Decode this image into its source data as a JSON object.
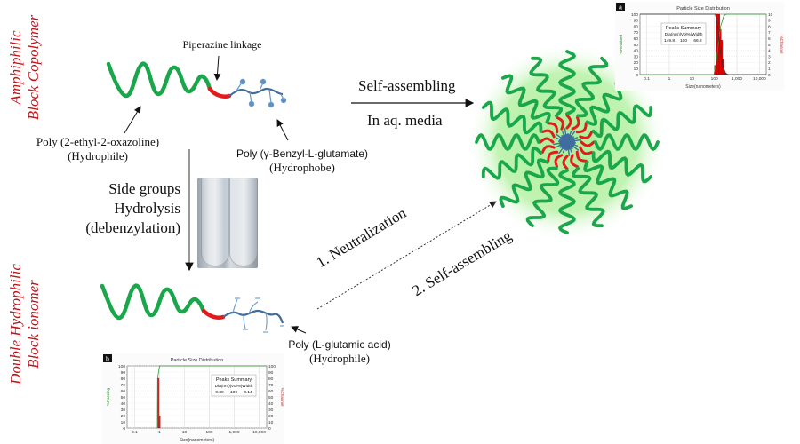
{
  "side_labels": {
    "top": [
      "Amphiphilic",
      "Block Copolymer"
    ],
    "bottom": [
      "Double Hydrophilic",
      "Block ionomer"
    ]
  },
  "top_polymer": {
    "linkage_label": "Piperazine linkage",
    "hydrophile_label": [
      "Poly (2-ethyl-2-oxazoline)",
      "(Hydrophile)"
    ],
    "hydrophobe_label": [
      "Poly (γ-Benzyl-L-glutamate)",
      "(Hydrophobe)"
    ]
  },
  "bottom_polymer": {
    "acid_label": [
      "Poly (L-glutamic acid)",
      "(Hydrophile)"
    ]
  },
  "step_labels": {
    "hydrolysis": [
      "Side groups",
      "Hydrolysis",
      "(debenzylation)"
    ],
    "self_assembling_top": "Self-assembling",
    "media": "In aq. media",
    "neutralization": "1. Neutralization",
    "self_assembling_bottom": "2. Self-assembling"
  },
  "colors": {
    "hydrophile_green": "#1aa64a",
    "linker_red": "#e31b1b",
    "hydrophobe_blue": "#3f6e9e",
    "label_red": "#c0141b",
    "halo_green": "#b8f0a6"
  },
  "chart_data": [
    {
      "type": "bar",
      "panel_label": "a",
      "title": "Particle Size Distribution",
      "xlabel": "Size(nanometers)",
      "ylabel_left": "%Retained",
      "ylabel_right": "%Channel",
      "xscale": "log",
      "xlim": [
        0.05,
        20000
      ],
      "x_ticks": [
        "0.1",
        "1",
        "10",
        "100",
        "1,000",
        "10,000"
      ],
      "y_left_ticks": [
        "0",
        "10",
        "20",
        "30",
        "40",
        "50",
        "60",
        "70",
        "80",
        "90",
        "100"
      ],
      "y_right_ticks": [
        "0",
        "1",
        "2",
        "3",
        "4",
        "5",
        "6",
        "7",
        "8",
        "9",
        "10"
      ],
      "ylim_left": [
        0,
        100
      ],
      "ylim_right": [
        0,
        10
      ],
      "grid": true,
      "bars": [
        {
          "x": 100,
          "value": 1.5
        },
        {
          "x": 115,
          "value": 10
        },
        {
          "x": 132,
          "value": 10
        },
        {
          "x": 152,
          "value": 10
        },
        {
          "x": 175,
          "value": 7.5
        },
        {
          "x": 201,
          "value": 5.7
        },
        {
          "x": 231,
          "value": 2.5
        },
        {
          "x": 266,
          "value": 0.5
        },
        {
          "x": 306,
          "value": 0.2
        }
      ],
      "cumulative": [
        [
          0.05,
          0
        ],
        [
          95,
          0
        ],
        [
          120,
          20
        ],
        [
          150,
          50
        ],
        [
          190,
          80
        ],
        [
          260,
          97
        ],
        [
          330,
          100
        ],
        [
          20000,
          100
        ]
      ],
      "cumulative_passing": [
        [
          0.05,
          100
        ],
        [
          110,
          100
        ],
        [
          140,
          80
        ],
        [
          175,
          45
        ],
        [
          230,
          15
        ],
        [
          320,
          2
        ],
        [
          400,
          0
        ],
        [
          20000,
          0
        ]
      ],
      "peaks_summary": {
        "title": "Peaks Summary",
        "header": "Dia(nm)|Vol%|Width",
        "values": [
          "149.8",
          "100",
          "66.2"
        ]
      },
      "legend": "none"
    },
    {
      "type": "bar",
      "panel_label": "b",
      "title": "Particle Size Distribution",
      "xlabel": "Size(nanometers)",
      "ylabel_left": "%Passing",
      "ylabel_right": "%Channel",
      "xscale": "log",
      "xlim": [
        0.05,
        20000
      ],
      "x_ticks": [
        "0.1",
        "1",
        "10",
        "100",
        "1,000",
        "10,000"
      ],
      "y_left_ticks": [
        "0",
        "10",
        "20",
        "30",
        "40",
        "50",
        "60",
        "70",
        "80",
        "90",
        "100"
      ],
      "y_right_ticks": [
        "0",
        "10",
        "20",
        "30",
        "40",
        "50",
        "60",
        "70",
        "80",
        "90",
        "100"
      ],
      "ylim_left": [
        0,
        100
      ],
      "ylim_right": [
        0,
        100
      ],
      "grid": true,
      "bars": [
        {
          "x": 0.86,
          "value": 80
        },
        {
          "x": 0.96,
          "value": 20
        }
      ],
      "cumulative_passing": [
        [
          0.82,
          0
        ],
        [
          0.84,
          80
        ],
        [
          1.0,
          100
        ],
        [
          20000,
          100
        ]
      ],
      "peaks_summary": {
        "title": "Peaks Summary",
        "header": "Dia(nm)|Vol%|Width",
        "values": [
          "0.89",
          "100",
          "0.14"
        ]
      },
      "legend": "none"
    }
  ]
}
